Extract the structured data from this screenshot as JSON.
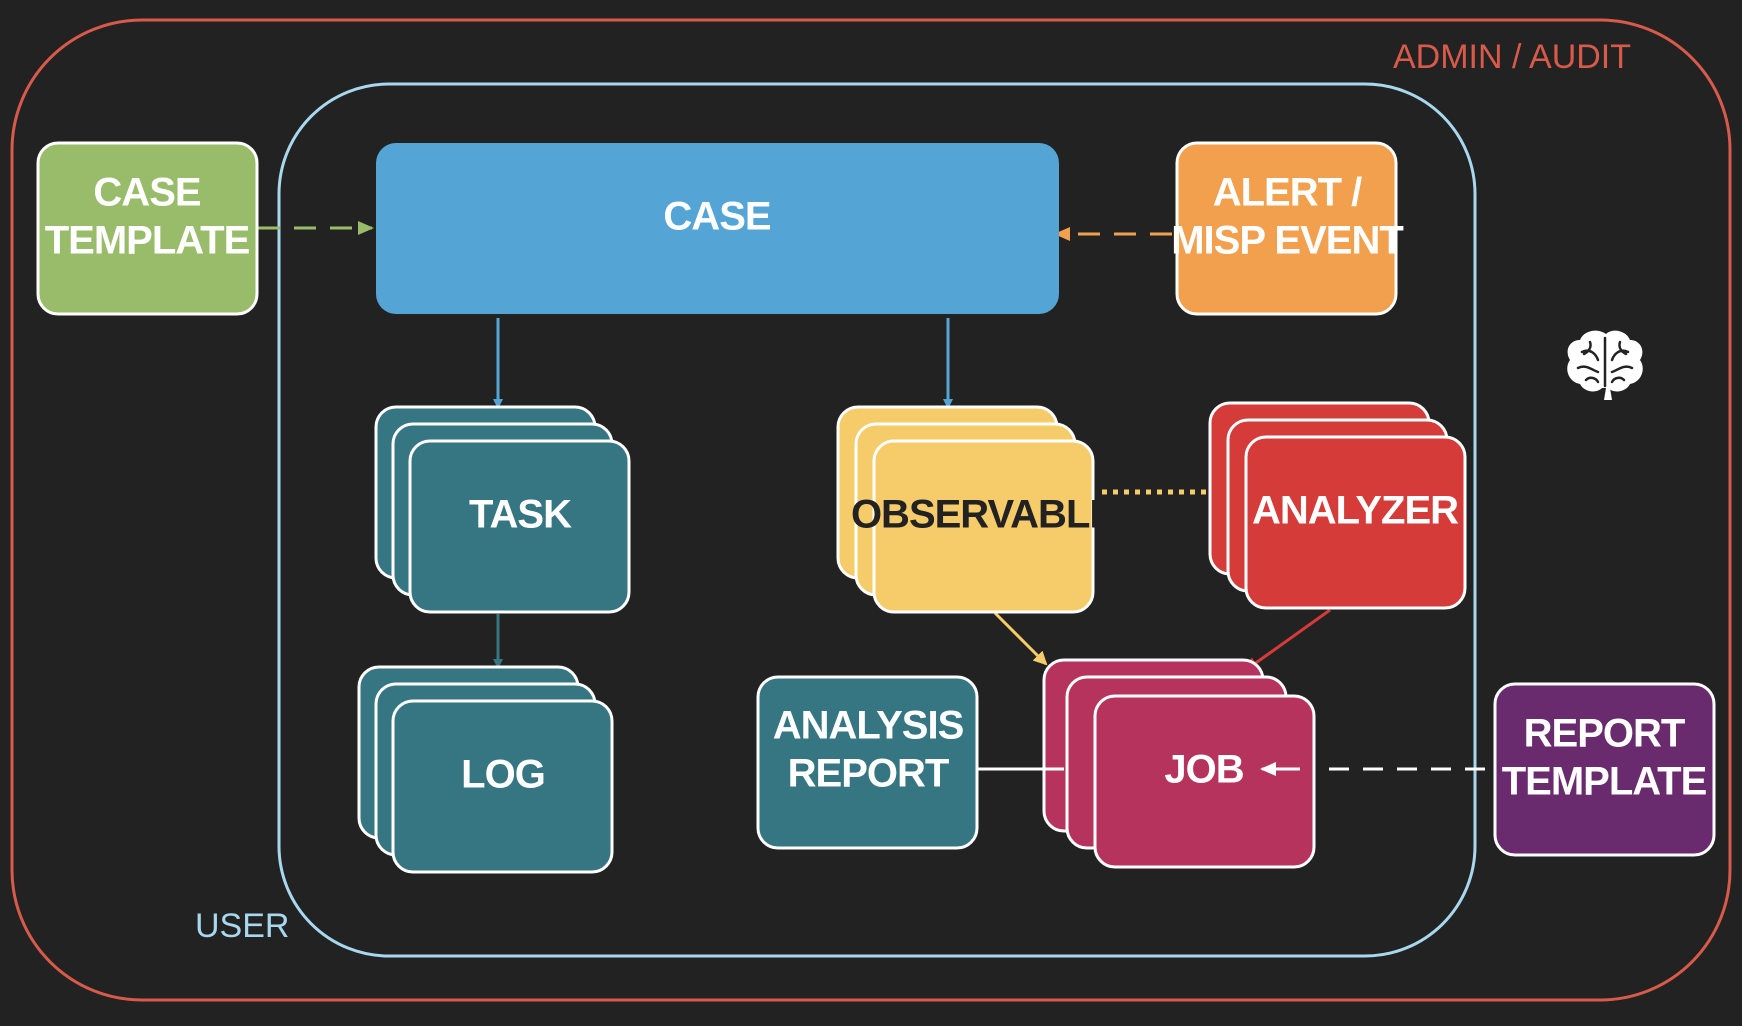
{
  "diagram": {
    "admin_label": "ADMIN / AUDIT",
    "user_label": "USER",
    "nodes": {
      "case_template": {
        "line1": "CASE",
        "line2": "TEMPLATE",
        "color": "#99BC6A"
      },
      "case": {
        "label": "CASE",
        "color": "#55A4D6"
      },
      "alert": {
        "line1": "ALERT /",
        "line2": "MISP EVENT",
        "color": "#F2A04E"
      },
      "task": {
        "label": "TASK",
        "color": "#367682"
      },
      "log": {
        "label": "LOG",
        "color": "#367682"
      },
      "observable": {
        "label": "OBSERVABLE",
        "color": "#F6CB6A"
      },
      "analyzer": {
        "label": "ANALYZER",
        "color": "#D43B39"
      },
      "analysis_report": {
        "line1": "ANALYSIS",
        "line2": "REPORT",
        "color": "#367682"
      },
      "job": {
        "label": "JOB",
        "color": "#B6335E"
      },
      "report_template": {
        "line1": "REPORT",
        "line2": "TEMPLATE",
        "color": "#6A2A6E"
      }
    },
    "colors": {
      "admin_border": "#D85A4A",
      "user_border": "#A8D8EE",
      "background": "#222222",
      "box_border": "#FFFFFF"
    },
    "icon": "brain-icon"
  }
}
